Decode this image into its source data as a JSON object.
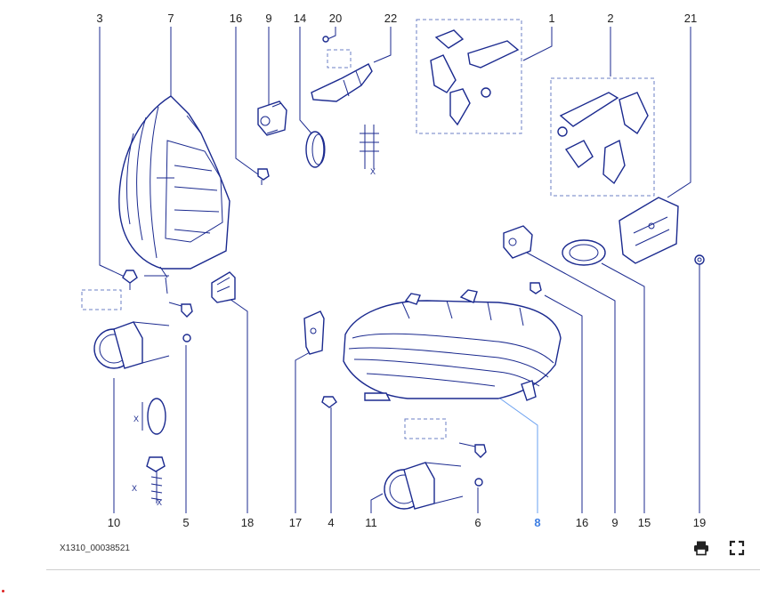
{
  "figure": {
    "reference_code": "X1310_00038521",
    "callouts": [
      "3",
      "7",
      "16",
      "9",
      "14",
      "20",
      "22",
      "1",
      "2",
      "21",
      "10",
      "5",
      "18",
      "17",
      "4",
      "11",
      "6",
      "8",
      "16",
      "9",
      "15",
      "19"
    ],
    "highlighted_callout": "8",
    "highlight_color": "#3f7fe3",
    "line_color": "#1b2a8f"
  },
  "toolbar": {
    "print_icon": "print-icon",
    "fullscreen_icon": "fullscreen-icon"
  }
}
